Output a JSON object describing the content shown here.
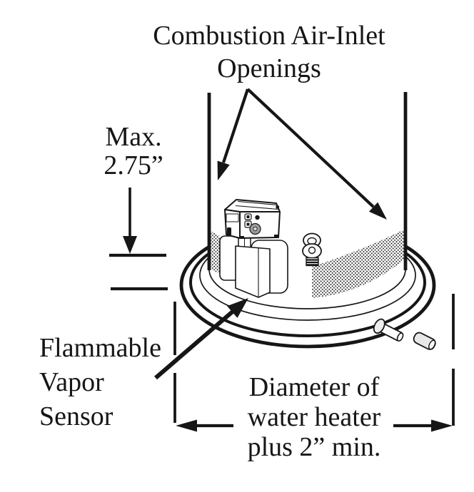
{
  "diagram": {
    "colors": {
      "ink": "#161616",
      "background": "#ffffff",
      "dial_gray": "#9c9c9c",
      "pipe_gray": "#e8e8e8"
    },
    "labels": {
      "air_inlet": [
        "Combustion Air-Inlet",
        "Openings"
      ],
      "max_height": [
        "Max.",
        "2.75”"
      ],
      "sensor": [
        "Flammable",
        "Vapor",
        "Sensor"
      ],
      "diameter": [
        "Diameter of",
        "water heater",
        "plus 2” min."
      ]
    },
    "components": [
      "water-heater-base",
      "combustion-air-inlet-openings",
      "flammable-vapor-sensor",
      "gas-control-valve",
      "drain-valve",
      "drain-pipe-and-cap"
    ]
  }
}
